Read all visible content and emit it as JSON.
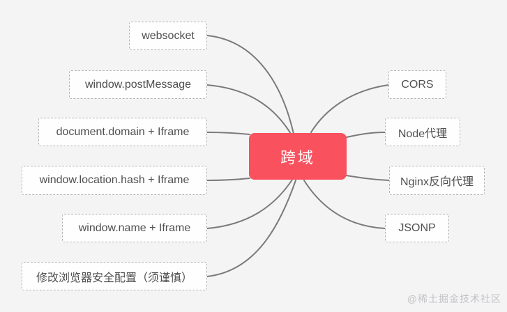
{
  "diagram": {
    "center": {
      "label": "跨域"
    },
    "left_nodes": [
      {
        "label": "websocket"
      },
      {
        "label": "window.postMessage"
      },
      {
        "label": "document.domain + Iframe"
      },
      {
        "label": "window.location.hash + Iframe"
      },
      {
        "label": "window.name + Iframe"
      },
      {
        "label": "修改浏览器安全配置（须谨慎）"
      }
    ],
    "right_nodes": [
      {
        "label": "CORS"
      },
      {
        "label": "Node代理"
      },
      {
        "label": "Nginx反向代理"
      },
      {
        "label": "JSONP"
      }
    ]
  },
  "watermark": "@稀土掘金技术社区",
  "colors": {
    "accent": "#f9515e",
    "connector": "#7a7a7c",
    "node_border": "#b4b4b6",
    "node_text": "#4f4f51",
    "background": "#f4f4f5",
    "watermark": "#c3c3c6"
  }
}
